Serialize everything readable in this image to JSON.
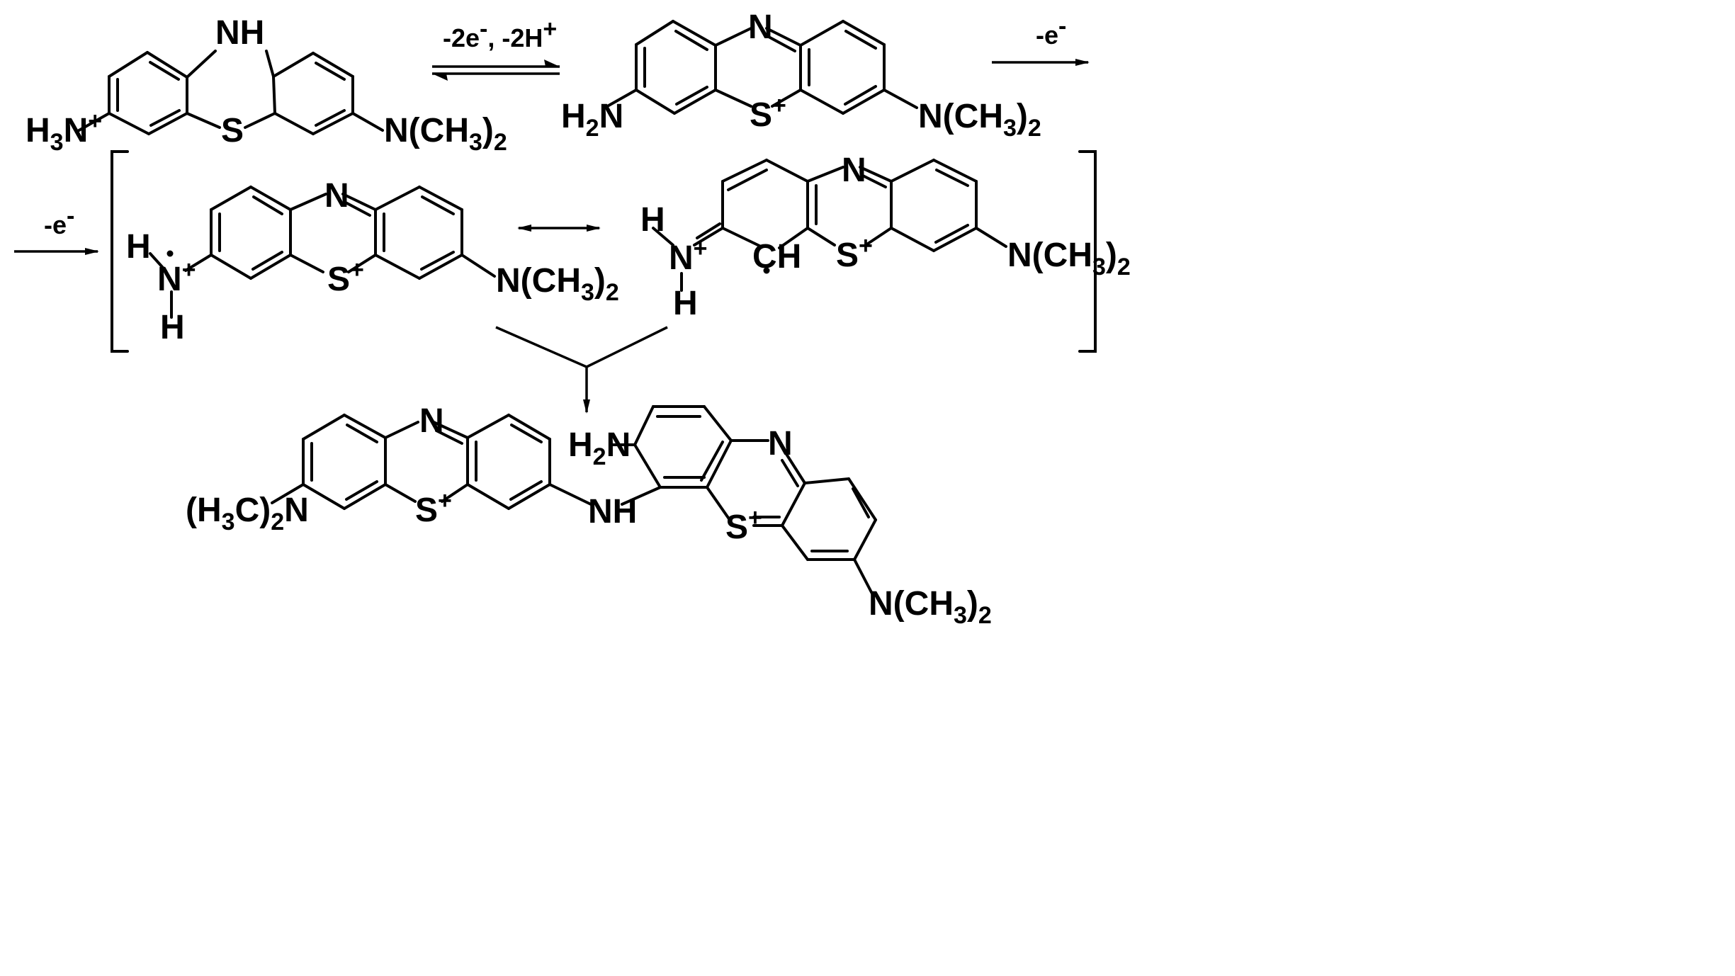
{
  "molecules": [
    {
      "id": "leuco",
      "labels": {
        "nh": "NH",
        "s": "S",
        "left": "H3N+",
        "right": "N(CH3)2"
      }
    },
    {
      "id": "intermediate-imine",
      "labels": {
        "n": "N",
        "s": "S+",
        "left": "H2N",
        "right": "N(CH3)2"
      }
    },
    {
      "id": "radical-cation-a",
      "labels": {
        "n": "N",
        "s": "S+",
        "n_plus": "N+",
        "h_top": "H",
        "h_bottom": "H",
        "right": "N(CH3)2"
      }
    },
    {
      "id": "radical-cation-b",
      "labels": {
        "n": "N",
        "s": "S+",
        "n_plus": "N+",
        "h_top": "H",
        "h_bottom": "H",
        "ch": "CH",
        "right": "N(CH3)2"
      }
    },
    {
      "id": "dimer-product",
      "labels": {
        "n_left": "N",
        "s_left": "S+",
        "left": "(H3C)2N",
        "bridge": "NH",
        "amine": "H2N",
        "n_right": "N",
        "s_right": "S+",
        "right": "N(CH3)2"
      }
    }
  ],
  "arrows": {
    "equilibrium_label": "-2e-, -2H+",
    "oxidation_label_1": "-e-",
    "oxidation_label_2": "-e-"
  },
  "colors": {
    "ink": "#000000",
    "background": "#ffffff"
  }
}
